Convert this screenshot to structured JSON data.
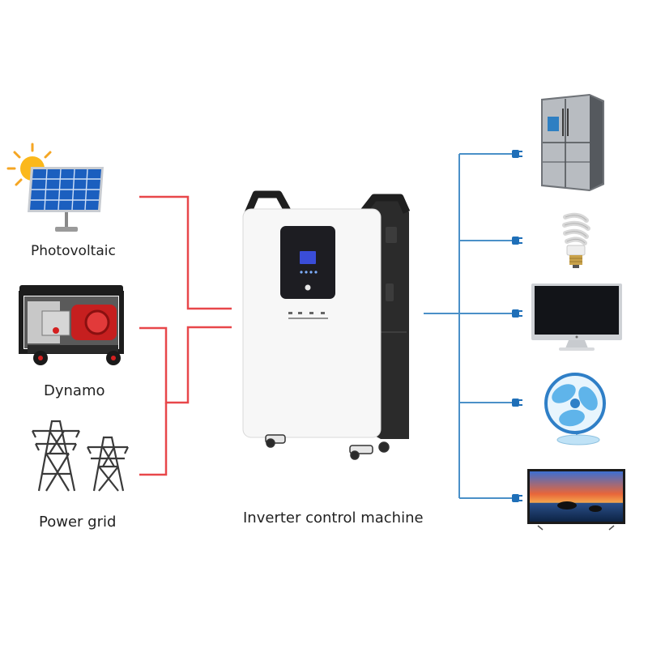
{
  "sources": {
    "photovoltaic": {
      "label": "Photovoltaic"
    },
    "dynamo": {
      "label": "Dynamo"
    },
    "power_grid": {
      "label": "Power grid"
    }
  },
  "inverter": {
    "label": "Inverter control machine"
  },
  "loads": [
    {
      "icon": "refrigerator-icon"
    },
    {
      "icon": "light-bulb-icon"
    },
    {
      "icon": "computer-monitor-icon"
    },
    {
      "icon": "electric-fan-icon"
    },
    {
      "icon": "television-icon"
    }
  ],
  "colors": {
    "source_wire": "#e8474a",
    "load_wire": "#4a90c8",
    "plug": "#1f6fb8",
    "inverter_body": "#f7f7f7",
    "inverter_frame": "#2a2a2a",
    "display": "#3a4dd8"
  }
}
